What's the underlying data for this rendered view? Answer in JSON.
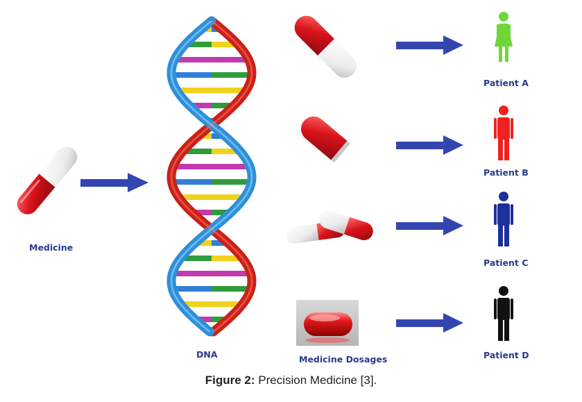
{
  "labels": {
    "medicine": "Medicine",
    "dna": "DNA",
    "medicine_dosages": "Medicine Dosages"
  },
  "patients": [
    {
      "label": "Patient A",
      "color": "#6fd63a",
      "figure": "female"
    },
    {
      "label": "Patient B",
      "color": "#ee2222",
      "figure": "male"
    },
    {
      "label": "Patient C",
      "color": "#1c2f9a",
      "figure": "male"
    },
    {
      "label": "Patient D",
      "color": "#111111",
      "figure": "male"
    }
  ],
  "arrow_color": "#3346b0",
  "caption": {
    "prefix": "Figure 2:",
    "text": " Precision Medicine [3]."
  }
}
